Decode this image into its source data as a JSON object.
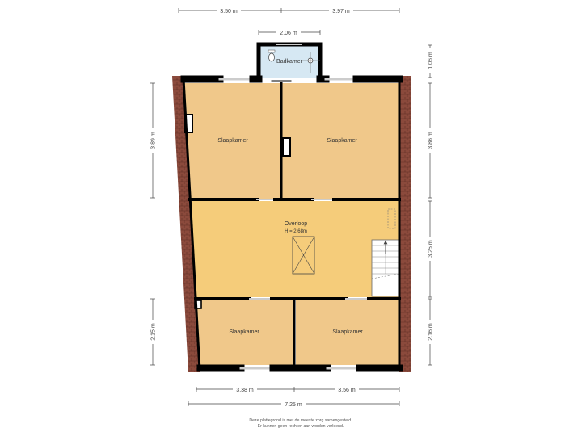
{
  "rooms": {
    "bathroom": "Badkamer",
    "bedroom_top_left": "Slaapkamer",
    "bedroom_top_right": "Slaapkamer",
    "landing": "Overloop",
    "landing_height": "H = 2.68m",
    "bedroom_bottom_left": "Slaapkamer",
    "bedroom_bottom_right": "Slaapkamer"
  },
  "dimensions": {
    "top_left": "3.50 m",
    "top_right": "3.97 m",
    "bath_width": "2.06 m",
    "bath_height": "1.06 m",
    "left_upper": "3.89 m",
    "right_upper": "3.86 m",
    "right_middle": "3.25 m",
    "left_lower": "2.15 m",
    "right_lower": "2.16 m",
    "bottom_left": "3.38 m",
    "bottom_right": "3.56 m",
    "total_width": "7.25 m"
  },
  "footer": {
    "line1": "Deze plattegrond is met de meeste zorg samengesteld.",
    "line2": "Er kunnen geen rechten aan worden verleend."
  },
  "colors": {
    "room_fill": "#f0c88a",
    "landing_fill": "#f5cc7a",
    "bathroom_fill": "#d6e8f3",
    "wall": "#000000",
    "roof": "#8b4a3c"
  }
}
